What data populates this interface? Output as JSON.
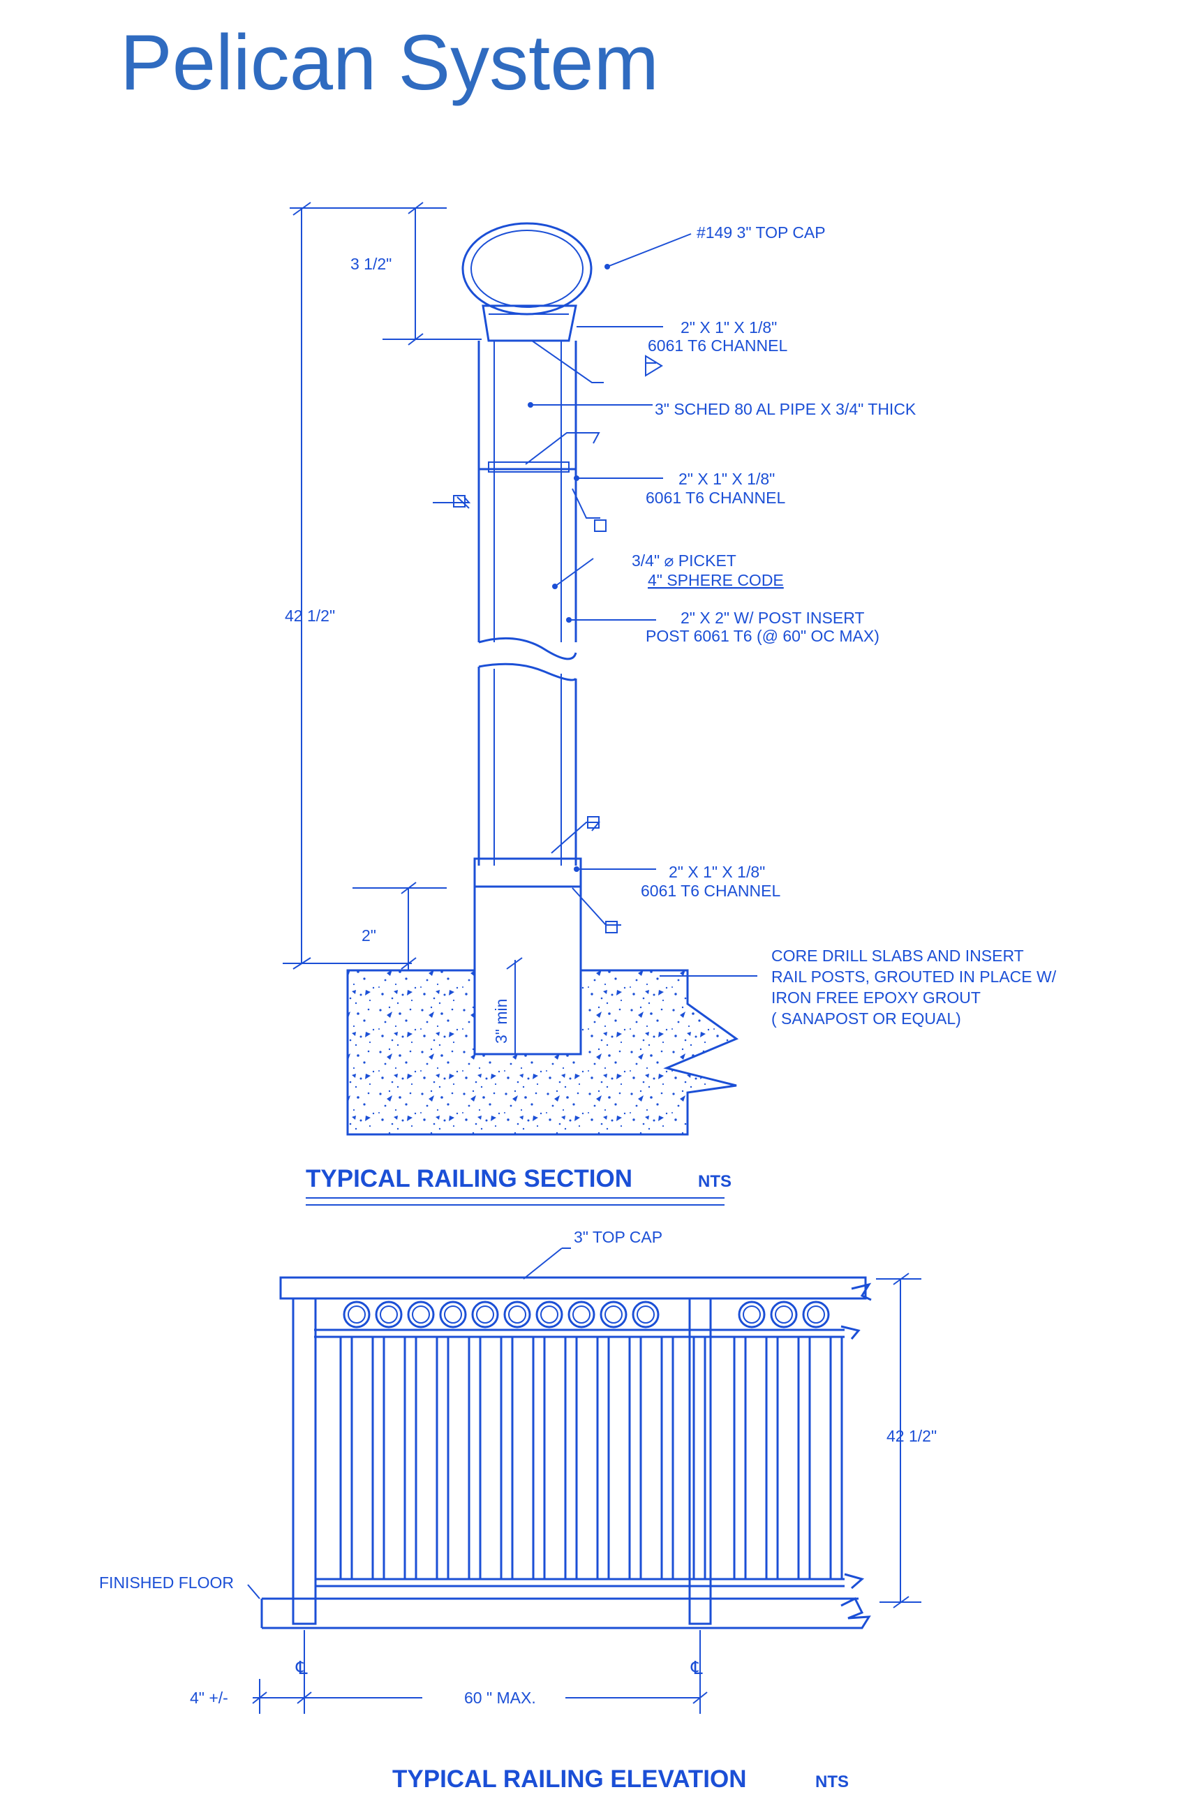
{
  "title": "Pelican System",
  "section": {
    "title": "TYPICAL RAILING SECTION",
    "nts": "NTS",
    "dim_cap": "3 1/2\"",
    "dim_total": "42 1/2\"",
    "dim_bottom": "2\"",
    "dim_embed": "3\" min",
    "labels": {
      "top_cap": "#149   3\" TOP CAP",
      "channel_top_1": "2\" X 1\" X 1/8\"",
      "channel_top_2": "6061 T6  CHANNEL",
      "pipe": "3\" SCHED 80 AL PIPE X 3/4\" THICK",
      "channel_mid_1": "2\" X 1\" X 1/8\"",
      "channel_mid_2": "6061 T6  CHANNEL",
      "picket_1": "3/4\" ⌀ PICKET",
      "picket_2": "4\" SPHERE CODE",
      "post_1": "2\" X 2\" W/ POST INSERT",
      "post_2": "POST 6061 T6 (@ 60\"  OC MAX)",
      "channel_bot_1": "2\" X 1\" X 1/8\"",
      "channel_bot_2": "6061 T6  CHANNEL",
      "core_1": "CORE DRILL SLABS AND INSERT",
      "core_2": "RAIL POSTS, GROUTED IN PLACE W/",
      "core_3": "IRON FREE EPOXY GROUT",
      "core_4": "( SANAPOST OR EQUAL)"
    }
  },
  "elevation": {
    "title": "TYPICAL RAILING ELEVATION",
    "nts": "NTS",
    "top_cap": "3\"  TOP CAP",
    "height": "42 1/2\"",
    "finished_floor": "FINISHED FLOOR",
    "centerline": "℄",
    "offset": "4\" +/-",
    "spacing": "60 \" MAX."
  }
}
